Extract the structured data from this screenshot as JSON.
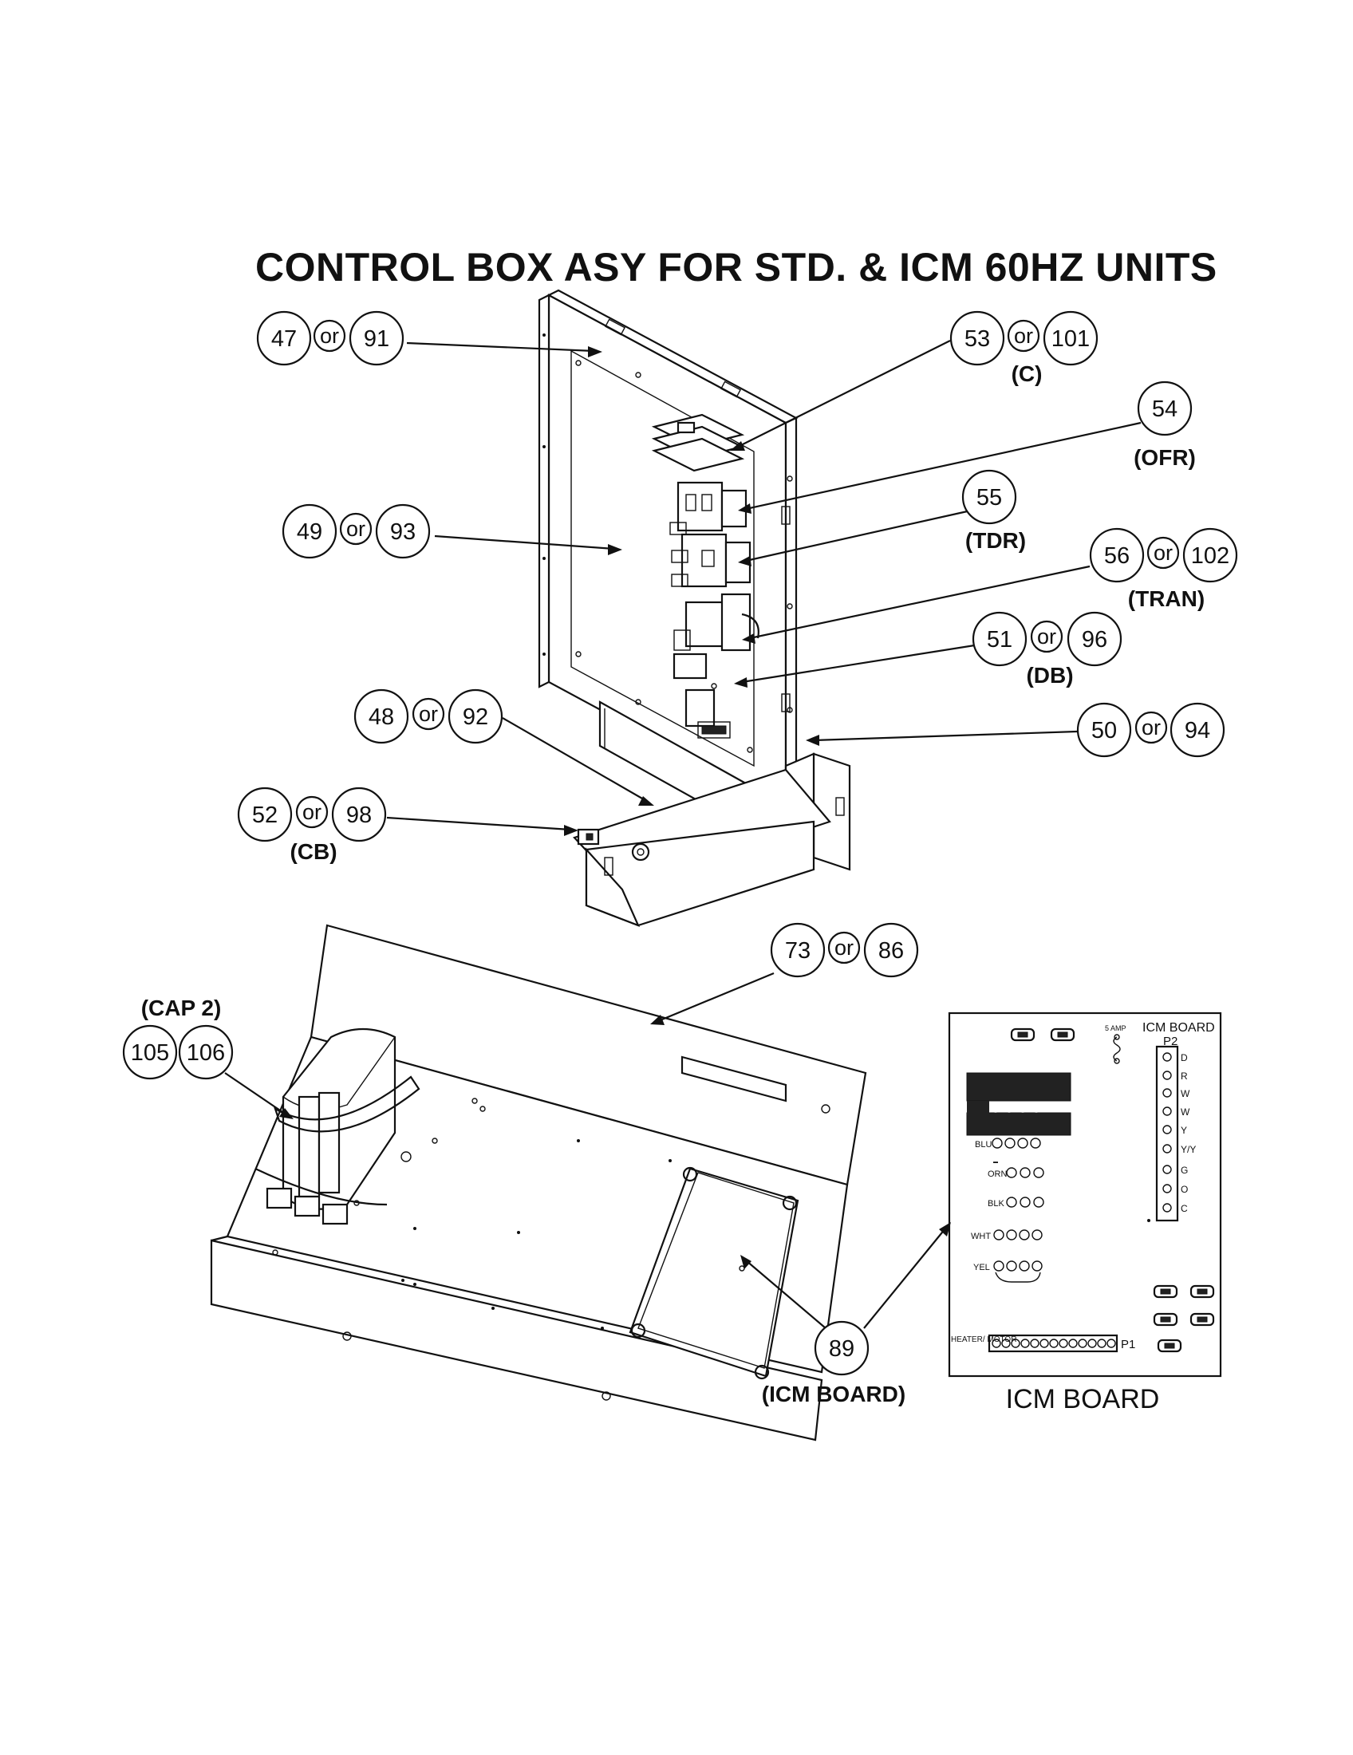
{
  "title": "CONTROL BOX ASY FOR STD. & ICM 60HZ UNITS",
  "or_word": "or",
  "callouts": {
    "c47": "47",
    "c91": "91",
    "c53": "53",
    "c101": "101",
    "lbl_c": "(C)",
    "c54": "54",
    "lbl_ofr": "(OFR)",
    "c49": "49",
    "c93": "93",
    "c55": "55",
    "lbl_tdr": "(TDR)",
    "c56": "56",
    "c102": "102",
    "lbl_tran": "(TRAN)",
    "c51": "51",
    "c96": "96",
    "lbl_db": "(DB)",
    "c48": "48",
    "c92": "92",
    "c50": "50",
    "c94": "94",
    "c52": "52",
    "c98": "98",
    "lbl_cb": "(CB)",
    "c73": "73",
    "c86": "86",
    "lbl_cap2": "(CAP 2)",
    "c105": "105",
    "c106": "106",
    "c89": "89",
    "lbl_icm_board": "(ICM BOARD)"
  },
  "icm_board": {
    "caption": "ICM BOARD",
    "header_label": "ICM BOARD",
    "fuse_label": "5 AMP",
    "p2_label": "P2",
    "p1_label": "P1",
    "p2_terminals": [
      "D",
      "R",
      "W",
      "W",
      "Y",
      "Y/Y",
      "G",
      "O",
      "C"
    ],
    "row_labels": [
      "BLU",
      "ORN",
      "BLK",
      "WHT",
      "YEL"
    ],
    "heater_motor_label": "HEATER/\nMOTOR"
  }
}
